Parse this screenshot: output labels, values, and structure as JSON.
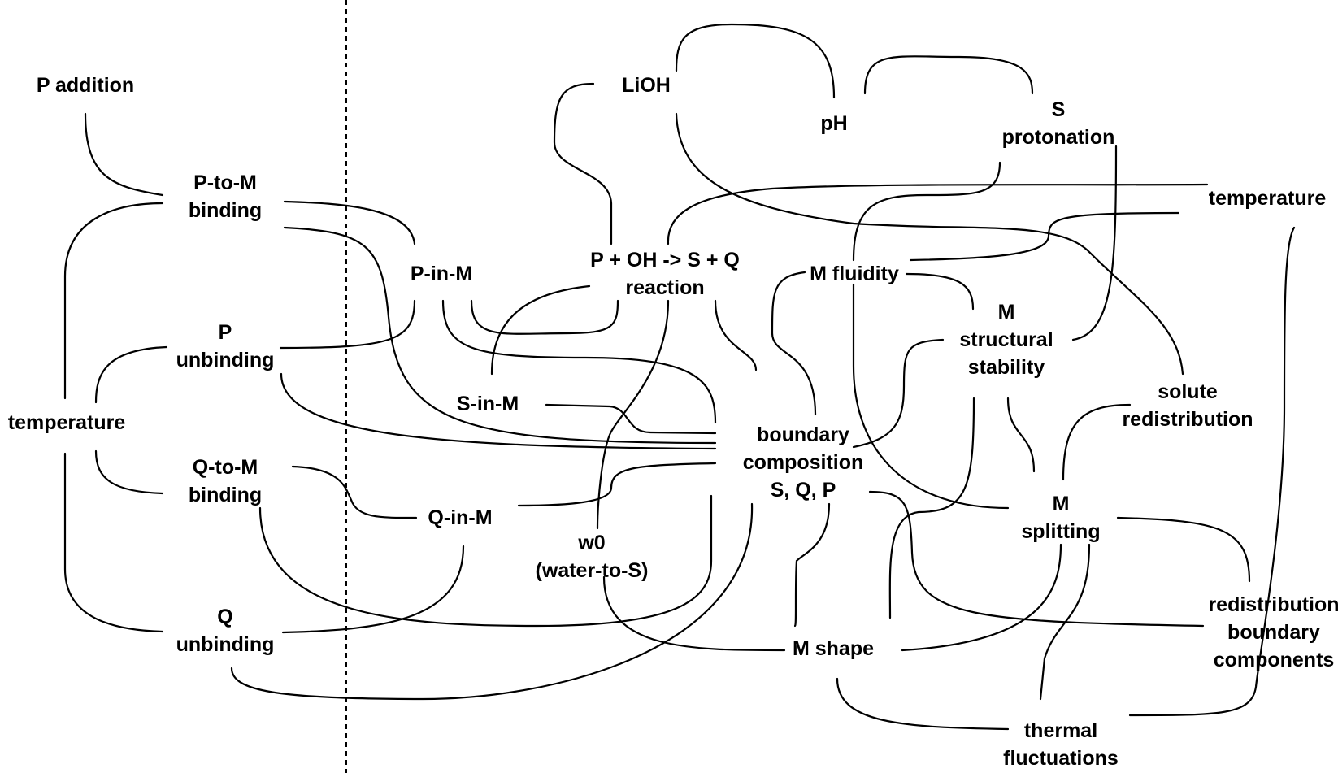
{
  "nodes": {
    "p_addition": [
      "P addition"
    ],
    "p_to_m_binding": [
      "P-to-M",
      "binding"
    ],
    "temperature_left": [
      "temperature"
    ],
    "p_unbinding": [
      "P",
      "unbinding"
    ],
    "q_to_m_binding": [
      "Q-to-M",
      "binding"
    ],
    "q_unbinding": [
      "Q",
      "unbinding"
    ],
    "p_in_m": [
      "P-in-M"
    ],
    "s_in_m": [
      "S-in-M"
    ],
    "q_in_m": [
      "Q-in-M"
    ],
    "lioh": [
      "LiOH"
    ],
    "reaction": [
      "P + OH -> S + Q",
      "reaction"
    ],
    "w0": [
      "w0",
      "(water-to-S)"
    ],
    "boundary_composition": [
      "boundary",
      "composition",
      "S, Q, P"
    ],
    "ph": [
      "pH"
    ],
    "s_protonation": [
      "S",
      "protonation"
    ],
    "m_fluidity": [
      "M fluidity"
    ],
    "m_structural_stability": [
      "M",
      "structural",
      "stability"
    ],
    "temperature_right": [
      "temperature"
    ],
    "solute_redistribution": [
      "solute",
      "redistribution"
    ],
    "m_splitting": [
      "M",
      "splitting"
    ],
    "m_shape": [
      "M shape"
    ],
    "redistribution_boundary_components": [
      "redistribution",
      "boundary",
      "components"
    ],
    "thermal_fluctuations": [
      "thermal",
      "fluctuations"
    ]
  }
}
